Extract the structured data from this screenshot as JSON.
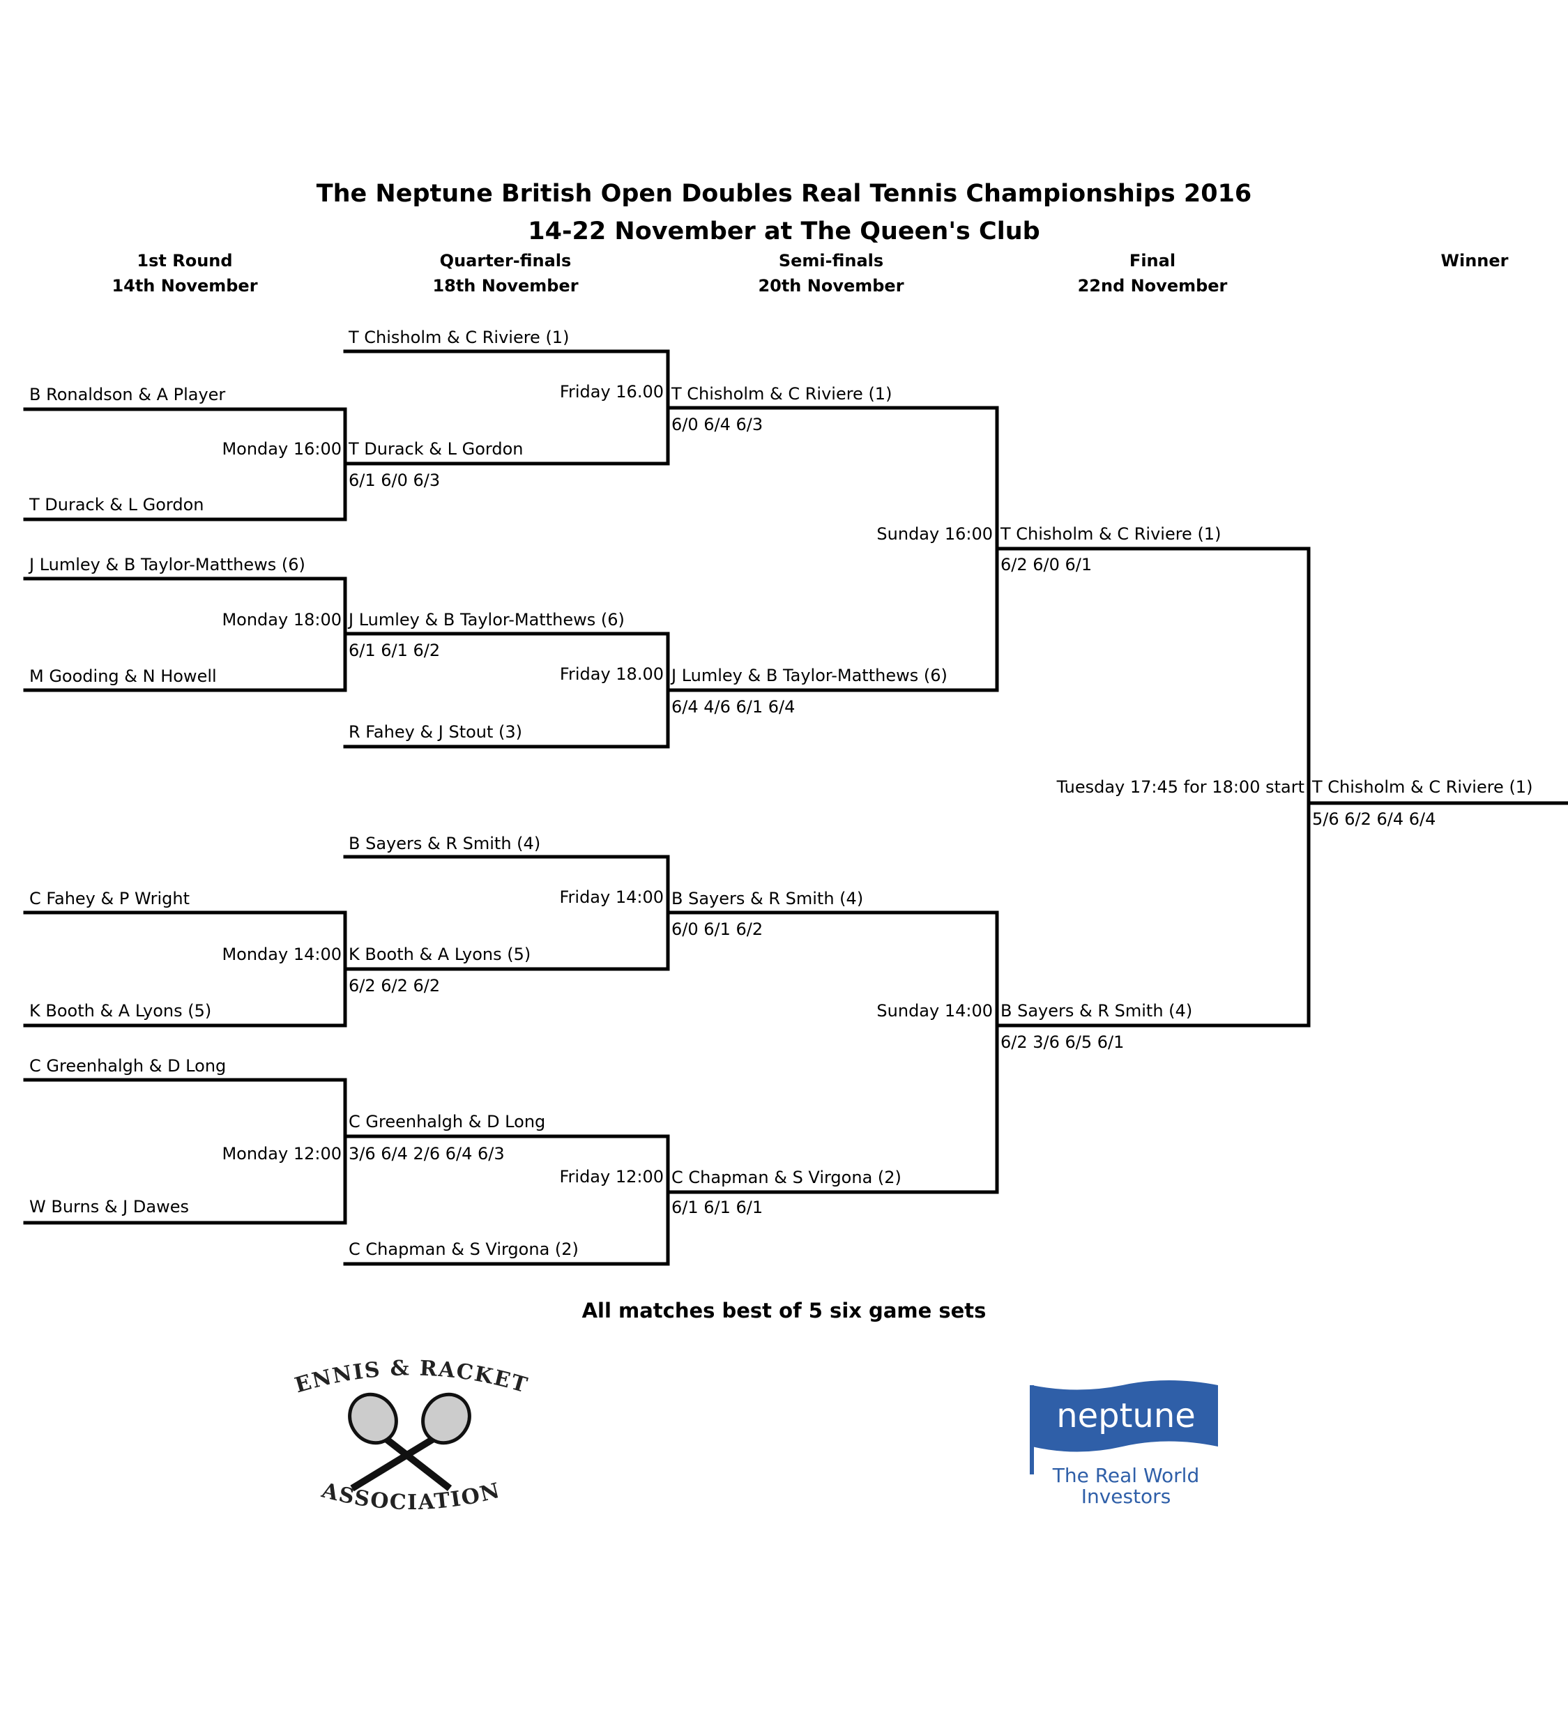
{
  "title": "The Neptune British Open Doubles Real Tennis Championships 2016",
  "subtitle": "14-22 November at The Queen's Club",
  "rounds": [
    {
      "name": "1st Round",
      "date": "14th November"
    },
    {
      "name": "Quarter-finals",
      "date": "18th November"
    },
    {
      "name": "Semi-finals",
      "date": "20th November"
    },
    {
      "name": "Final",
      "date": "22nd November"
    },
    {
      "name": "Winner",
      "date": ""
    }
  ],
  "first_round": [
    {
      "team1": "B Ronaldson & A Player",
      "team2": "T Durack & L Gordon",
      "time": "Monday 16:00",
      "winner": "T Durack & L Gordon",
      "score": "6/1 6/0 6/3"
    },
    {
      "team1": "J Lumley & B Taylor-Matthews (6)",
      "team2": "M Gooding & N Howell",
      "time": "Monday 18:00",
      "winner": "J Lumley & B Taylor-Matthews (6)",
      "score": "6/1 6/1 6/2"
    },
    {
      "team1": "C Fahey & P Wright",
      "team2": "K Booth & A Lyons (5)",
      "time": "Monday 14:00",
      "winner": "K Booth & A Lyons (5)",
      "score": "6/2 6/2 6/2"
    },
    {
      "team1": "C Greenhalgh & D Long",
      "team2": "W Burns & J Dawes",
      "time": "Monday 12:00",
      "winner": "C Greenhalgh & D Long",
      "score": "3/6 6/4 2/6 6/4 6/3"
    }
  ],
  "quarter_finals": [
    {
      "team1": "T Chisholm & C Riviere (1)",
      "time": "Friday 16.00",
      "winner": "T Chisholm & C Riviere (1)",
      "score": "6/0 6/4 6/3"
    },
    {
      "team2": "R Fahey & J Stout (3)",
      "time": "Friday 18.00",
      "winner": "J Lumley & B Taylor-Matthews (6)",
      "score": "6/4 4/6 6/1 6/4"
    },
    {
      "team1": "B Sayers & R Smith (4)",
      "time": "Friday 14:00",
      "winner": "B Sayers & R Smith (4)",
      "score": "6/0 6/1 6/2"
    },
    {
      "team2": "C Chapman & S Virgona (2)",
      "time": "Friday 12:00",
      "winner": "C Chapman & S Virgona (2)",
      "score": "6/1 6/1 6/1"
    }
  ],
  "semi_finals": [
    {
      "time": "Sunday 16:00",
      "winner": "T Chisholm & C Riviere (1)",
      "score": "6/2 6/0 6/1"
    },
    {
      "time": "Sunday 14:00",
      "winner": "B Sayers & R Smith (4)",
      "score": "6/2 3/6 6/5 6/1"
    }
  ],
  "final": {
    "time": "Tuesday 17:45 for 18:00 start",
    "winner": "T Chisholm & C Riviere (1)",
    "score": "5/6 6/2 6/4 6/4"
  },
  "footer_note": "All matches best of 5 six game sets",
  "logos": {
    "tra": {
      "top_text": "TENNIS & RACKETS",
      "bottom_text": "ASSOCIATION",
      "icon": "crossed-rackets-icon"
    },
    "neptune": {
      "brand": "neptune",
      "tagline_1": "The Real World",
      "tagline_2": "Investors",
      "color": "#2f5fa8"
    }
  }
}
